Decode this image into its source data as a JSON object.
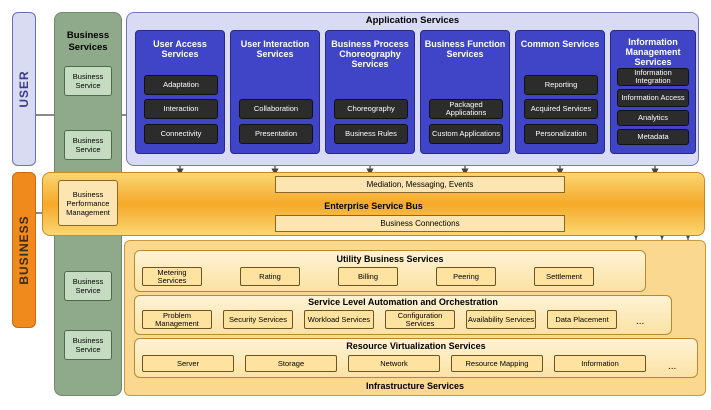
{
  "bands": {
    "user": "USER",
    "business": "BUSINESS"
  },
  "business_services": {
    "title": "Business Services",
    "boxes": [
      "Business Service",
      "Business Service",
      "Business Service",
      "Business Service"
    ]
  },
  "application_services": {
    "title": "Application Services",
    "columns": [
      {
        "title": "User Access Services",
        "items": [
          "Adaptation",
          "Interaction",
          "Connectivity"
        ]
      },
      {
        "title": "User Interaction Services",
        "items": [
          "Collaboration",
          "Presentation"
        ]
      },
      {
        "title": "Business Process Choreography Services",
        "items": [
          "Choreography",
          "Business Rules"
        ]
      },
      {
        "title": "Business Function Services",
        "items": [
          "Packaged Applications",
          "Custom Applications"
        ]
      },
      {
        "title": "Common Services",
        "items": [
          "Reporting",
          "Acquired Services",
          "Personalization"
        ]
      },
      {
        "title": "Information Management Services",
        "items": [
          "Information Integration",
          "Information Access",
          "Analytics",
          "Metadata"
        ]
      }
    ]
  },
  "esb": {
    "title": "Enterprise Service Bus",
    "bpm": "Business Performance Management",
    "top_bar": "Mediation, Messaging, Events",
    "bottom_bar": "Business Connections"
  },
  "infrastructure": {
    "title": "Infrastructure Services",
    "utility": {
      "title": "Utility Business Services",
      "items": [
        "Metering Services",
        "Rating",
        "Billing",
        "Peering",
        "Settlement"
      ]
    },
    "sla": {
      "title": "Service Level Automation and Orchestration",
      "items": [
        "Problem Management",
        "Security Services",
        "Workload Services",
        "Configuration Services",
        "Availability Services",
        "Data Placement"
      ],
      "more": "..."
    },
    "rv": {
      "title": "Resource Virtualization Services",
      "items": [
        "Server",
        "Storage",
        "Network",
        "Resource Mapping",
        "Information"
      ],
      "more": "..."
    }
  }
}
